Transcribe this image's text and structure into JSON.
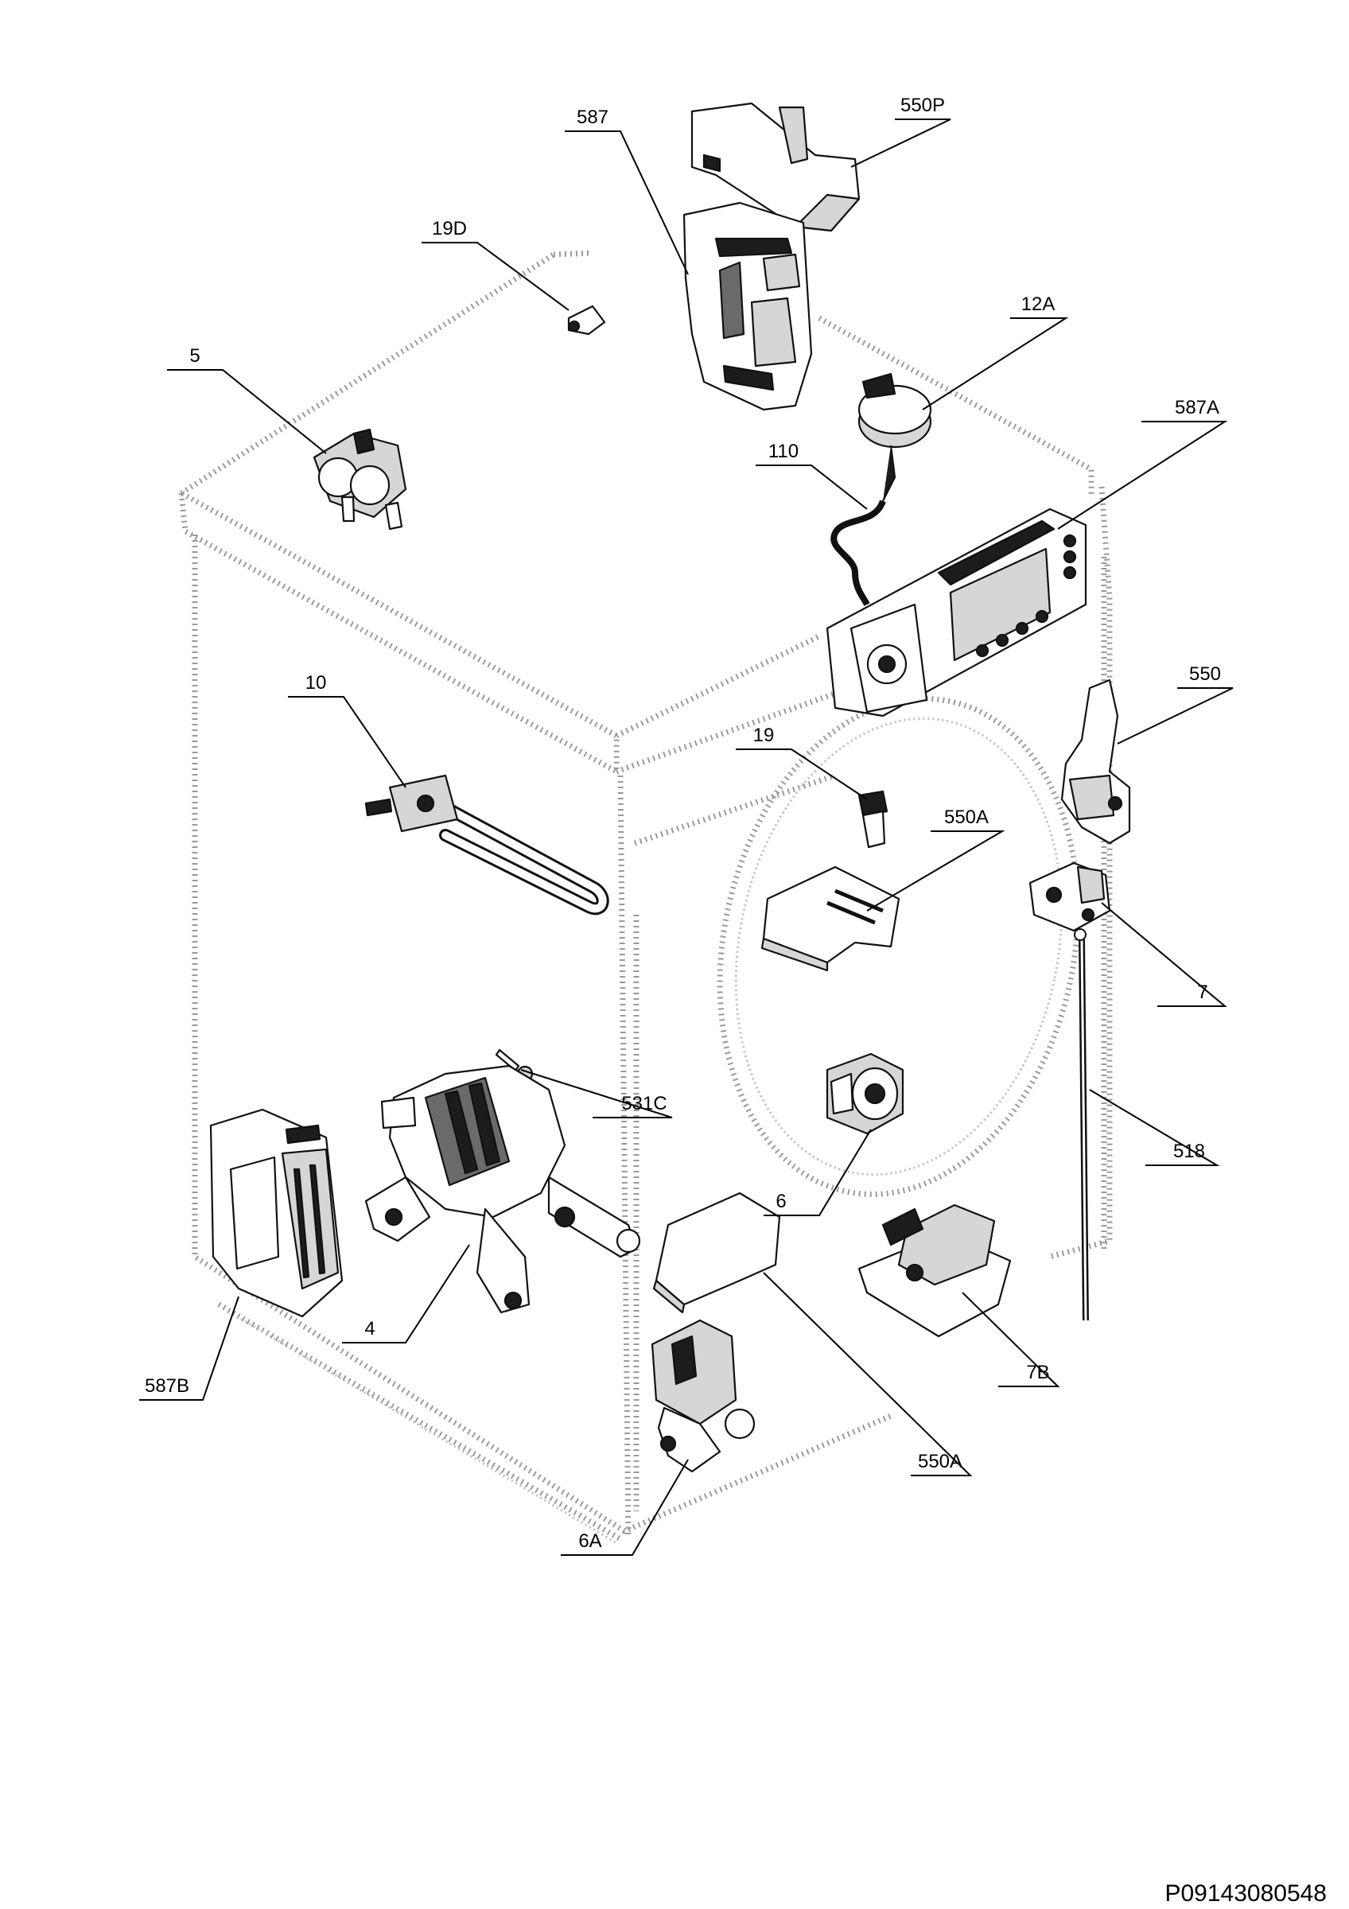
{
  "diagram": {
    "parts": [
      {
        "id": "550P"
      },
      {
        "id": "587"
      },
      {
        "id": "19D"
      },
      {
        "id": "12A"
      },
      {
        "id": "5"
      },
      {
        "id": "110"
      },
      {
        "id": "587A"
      },
      {
        "id": "10"
      },
      {
        "id": "550"
      },
      {
        "id": "19"
      },
      {
        "id": "550A"
      },
      {
        "id": "7"
      },
      {
        "id": "531C"
      },
      {
        "id": "518"
      },
      {
        "id": "6"
      },
      {
        "id": "4"
      },
      {
        "id": "587B"
      },
      {
        "id": "7B"
      },
      {
        "id": "550A"
      },
      {
        "id": "6A"
      }
    ],
    "reference_code": "P09143080548"
  }
}
